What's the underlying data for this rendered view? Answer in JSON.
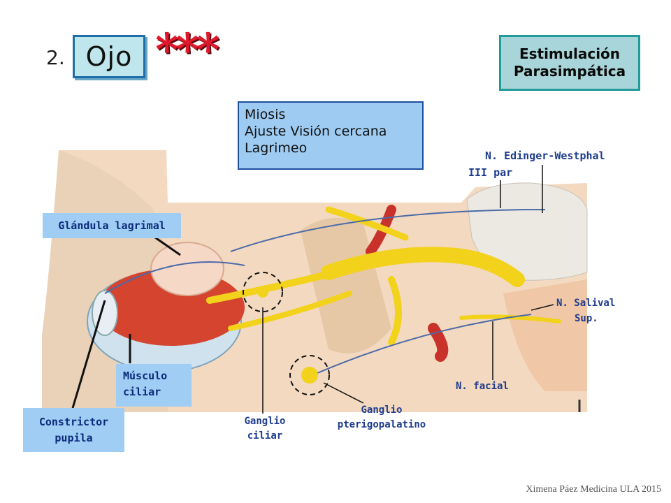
{
  "header": {
    "number": "2.",
    "topic": "Ojo",
    "stars": "***"
  },
  "stimulation": {
    "line1": "Estimulación",
    "line2": "Parasimpática"
  },
  "effects": [
    "Miosis",
    "Ajuste Visión cercana",
    "Lagrimeo"
  ],
  "labels": {
    "lacrimal_gland": "Glándula lagrimal",
    "ciliary_muscle": [
      "Músculo",
      "ciliar"
    ],
    "pupil_constrictor": [
      "Constrictor",
      "pupila"
    ],
    "edinger": "N. Edinger-Westphal",
    "cranial_iii": "III par",
    "salival": [
      "N. Salival",
      "Sup."
    ],
    "facial": "N. facial",
    "ciliary_ganglion": [
      "Ganglio",
      "ciliar"
    ],
    "pterygo_ganglion": [
      "Ganglio",
      "pterigopalatino"
    ]
  },
  "footer": "Ximena Páez Medicina ULA 2015",
  "colors": {
    "nerve": "#f2d21b",
    "eye_red": "#d4442f",
    "label_blue": "#9fcdf3",
    "stars_red": "#e0182b"
  }
}
